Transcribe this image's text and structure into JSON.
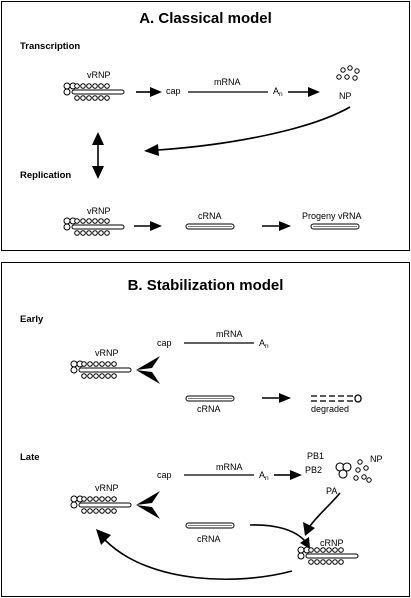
{
  "panel_a": {
    "title": "A. Classical model",
    "transcription": "Transcription",
    "replication": "Replication",
    "vrnp_1": "vRNP",
    "cap_1": "cap",
    "mrna_1": "mRNA",
    "poly_a_base_1": "A",
    "poly_a_sub_1": "n",
    "np_1": "NP",
    "vrnp_2": "vRNP",
    "crna_1": "cRNA",
    "progeny": "Progeny vRNA"
  },
  "panel_b": {
    "title": "B. Stabilization model",
    "early": "Early",
    "late": "Late",
    "vrnp_early": "vRNP",
    "cap_early": "cap",
    "mrna_early": "mRNA",
    "poly_a_base_early": "A",
    "poly_a_sub_early": "n",
    "crna_early": "cRNA",
    "degraded": "degraded",
    "vrnp_late": "vRNP",
    "cap_late": "cap",
    "mrna_late": "mRNA",
    "poly_a_base_late": "A",
    "poly_a_sub_late": "n",
    "crna_late": "cRNA",
    "pb1": "PB1",
    "pb2": "PB2",
    "pa": "PA",
    "np_late": "NP",
    "crnp": "cRNP"
  }
}
